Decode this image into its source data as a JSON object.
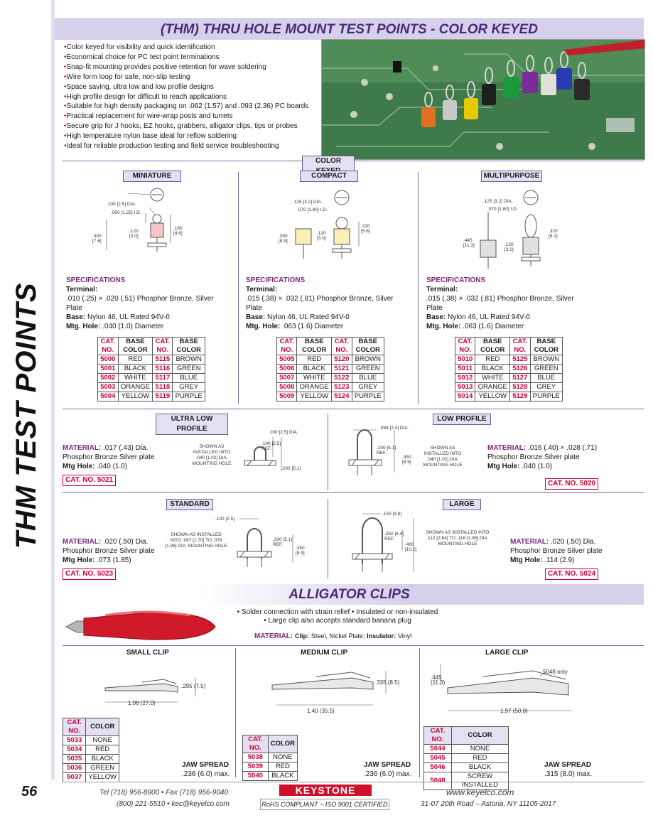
{
  "page_number": "56",
  "side_title": "THM TEST POINTS",
  "banner_title": "(THM) THRU HOLE MOUNT TEST POINTS - COLOR KEYED",
  "features": [
    "Color keyed for visibility and quick identification",
    "Economical choice for PC test point terminations",
    "Snap-fit mounting provides positive retention for wave soldering",
    "Wire form loop for safe, non-slip testing",
    "Space saving, ultra low and low profile designs",
    "High profile design for difficult to reach applications",
    "Suitable for high density packaging on .062 (1.57) and .093 (2.36) PC boards",
    "Practical replacement for wire-wrap posts and turrets",
    "Secure grip for J hooks, EZ hooks, grabbers, alligator clips, tips or probes",
    "High temperature nylon base ideal for reflow soldering",
    "Ideal for reliable production testing and field service troubleshooting"
  ],
  "color_keyed_label": "COLOR KEYED",
  "table_headers": [
    "CAT. NO.",
    "BASE COLOR",
    "CAT. NO.",
    "BASE COLOR"
  ],
  "miniature": {
    "label": "MINIATURE",
    "dims": [
      ".100 [2.5] DIA.",
      ".050 [1.25] I.D.",
      ".300 [7.6]",
      ".120 [3.0]",
      ".180 [4.6]"
    ],
    "spec_title": "SPECIFICATIONS",
    "terminal_label": "Terminal:",
    "terminal": ".010 (.25) × .020 (.51) Phosphor Bronze, Silver Plate",
    "base_label": "Base:",
    "base": "Nylon 46, UL Rated 94V-0",
    "hole_label": "Mtg. Hole:",
    "hole": ".040 (1.0) Diameter",
    "rows": [
      [
        "5000",
        "RED",
        "5115",
        "BROWN"
      ],
      [
        "5001",
        "BLACK",
        "5116",
        "GREEN"
      ],
      [
        "5002",
        "WHITE",
        "5117",
        "BLUE"
      ],
      [
        "5003",
        "ORANGE",
        "5118",
        "GREY"
      ],
      [
        "5004",
        "YELLOW",
        "5119",
        "PURPLE"
      ]
    ]
  },
  "compact": {
    "label": "COMPACT",
    "dims": [
      ".125 [3.2] DIA.",
      ".070 [1.80] I.D.",
      ".350 [8.9]",
      ".120 [3.0]",
      ".220 [5.6]"
    ],
    "spec_title": "SPECIFICATIONS",
    "terminal_label": "Terminal:",
    "terminal": ".015 (.38) × .032 (.81) Phosphor Bronze, Silver Plate",
    "base_label": "Base:",
    "base": "Nylon 46, UL Rated 94V-0",
    "hole_label": "Mtg. Hole:",
    "hole": ".063 (1.6) Diameter",
    "rows": [
      [
        "5005",
        "RED",
        "5120",
        "BROWN"
      ],
      [
        "5006",
        "BLACK",
        "5121",
        "GREEN"
      ],
      [
        "5007",
        "WHITE",
        "5122",
        "BLUE"
      ],
      [
        "5008",
        "ORANGE",
        "5123",
        "GREY"
      ],
      [
        "5009",
        "YELLOW",
        "5124",
        "PURPLE"
      ]
    ]
  },
  "multipurpose": {
    "label": "MULTIPURPOSE",
    "dims": [
      ".125 [3.2] DIA.",
      ".070 [1.80] I.D.",
      ".445 [11.3]",
      ".120 [3.0]",
      ".320 [8.1]"
    ],
    "spec_title": "SPECIFICATIONS",
    "terminal_label": "Terminal:",
    "terminal": ".015 (.38) × .032 (.81) Phosphor Bronze, Silver Plate",
    "base_label": "Base:",
    "base": "Nylon 46, UL Rated 94V-0",
    "hole_label": "Mtg. Hole:",
    "hole": ".063 (1.6) Diameter",
    "rows": [
      [
        "5010",
        "RED",
        "5125",
        "BROWN"
      ],
      [
        "5011",
        "BLACK",
        "5126",
        "GREEN"
      ],
      [
        "5012",
        "WHITE",
        "5127",
        "BLUE"
      ],
      [
        "5013",
        "ORANGE",
        "5128",
        "GREY"
      ],
      [
        "5014",
        "YELLOW",
        "5129",
        "PURPLE"
      ]
    ]
  },
  "ultra_low": {
    "label": "ULTRA LOW PROFILE",
    "material_label": "MATERIAL:",
    "material": ".017 (.43) Dia. Phosphor Bronze Silver plate",
    "hole_label": "Mtg Hole:",
    "hole": ".040 (1.0)",
    "cat": "CAT. NO. 5021",
    "note": "SHOWN AS INSTALLED INTO .040 [1.02] DIA. MOUNTING HOLE",
    "dims": [
      ".100 [2.5] DIA.",
      ".100 [2.5] REF.",
      ".200 [5.1]"
    ]
  },
  "low": {
    "label": "LOW PROFILE",
    "material_label": "MATERIAL:",
    "material": ".016 (.40) × .028 (.71)  Phosphor Bronze Silver plate",
    "hole_label": "Mtg Hole:",
    "hole": ".040 (1.0)",
    "cat": "CAT. NO. 5020",
    "note": "SHOWN AS INSTALLED INTO .040 [1.02] DIA. MOUNTING HOLE",
    "dims": [
      ".094 [2.4] DIA.",
      ".200 [5.1] REF.",
      ".350 [8.9]"
    ]
  },
  "standard": {
    "label": "STANDARD",
    "material_label": "MATERIAL:",
    "material": ".020 (.50) Dia. Phosphor Bronze Silver plate",
    "hole_label": "Mtg Hole:",
    "hole": ".073 (1.85)",
    "cat": "CAT. NO. 5023",
    "note": "SHOWN AS INSTALLED INTO .067 [1.70] TO .078 [1.98] DIA. MOUNTING HOLE",
    "dims": [
      ".100 [2.5]",
      ".200 [5.1] REF.",
      ".350 [8.9]"
    ]
  },
  "large": {
    "label": "LARGE",
    "material_label": "MATERIAL:",
    "material": ".020 (.50) Dia. Phosphor Bronze Silver plate",
    "hole_label": "Mtg Hole:",
    "hole": ".114 (2.9)",
    "cat": "CAT. NO. 5024",
    "note": "SHOWN AS INSTALLED INTO .112 [2.84] TO .116 [2.95] DIA. MOUNTING HOLE",
    "dims": [
      ".150 [3.8]",
      ".250 [6.4] REF.",
      ".400 [10.2]"
    ]
  },
  "alligator": {
    "title": "ALLIGATOR CLIPS",
    "line1": "• Solder connection with strain relief • Insulated or non-insulated",
    "line2": "• Large clip also accepts standard banana plug",
    "material_label": "MATERIAL:",
    "material_clip_label": "Clip:",
    "material_clip": "Steel, Nickel Plate;",
    "material_ins_label": "Insulator:",
    "material_ins": "Vinyl",
    "headers": [
      "CAT. NO.",
      "COLOR"
    ],
    "jaw_label": "JAW SPREAD",
    "small": {
      "label": "SMALL CLIP",
      "dims": [
        ".295 (7.5)",
        "1.06 (27.0)"
      ],
      "jaw": ".236 (6.0) max.",
      "rows": [
        [
          "5033",
          "NONE"
        ],
        [
          "5034",
          "RED"
        ],
        [
          "5035",
          "BLACK"
        ],
        [
          "5036",
          "GREEN"
        ],
        [
          "5037",
          "YELLOW"
        ]
      ]
    },
    "medium": {
      "label": "MEDIUM CLIP",
      "dims": [
        ".335 (8.5)",
        "1.40 (35.5)"
      ],
      "jaw": ".236 (6.0) max.",
      "rows": [
        [
          "5038",
          "NONE"
        ],
        [
          "5039",
          "RED"
        ],
        [
          "5040",
          "BLACK"
        ]
      ]
    },
    "large": {
      "label": "LARGE CLIP",
      "dims": [
        ".445 (11.3)",
        "1.97 (50.0)",
        "5048 only"
      ],
      "jaw": ".315 (8.0) max.",
      "rows": [
        [
          "5044",
          "NONE"
        ],
        [
          "5045",
          "RED"
        ],
        [
          "5046",
          "BLACK"
        ],
        [
          "5048",
          "SCREW INSTALLED"
        ]
      ]
    }
  },
  "footer": {
    "tel": "Tel (718) 956-8900  •  Fax (718) 956-9040",
    "phone2": "(800) 221-5510  •  kec@keyelco.com",
    "logo": "KEYSTONE",
    "compliance": "RoHS COMPLIANT  ~  ISO 9001 CERTIFIED",
    "web": "www.keyelco.com",
    "address": "31-07 20th Road – Astoria, NY  11105-2017"
  },
  "colors": {
    "accent_purple": "#7b2a7a",
    "banner": "#d6d0ea",
    "catalog_red": "#cc0033"
  }
}
